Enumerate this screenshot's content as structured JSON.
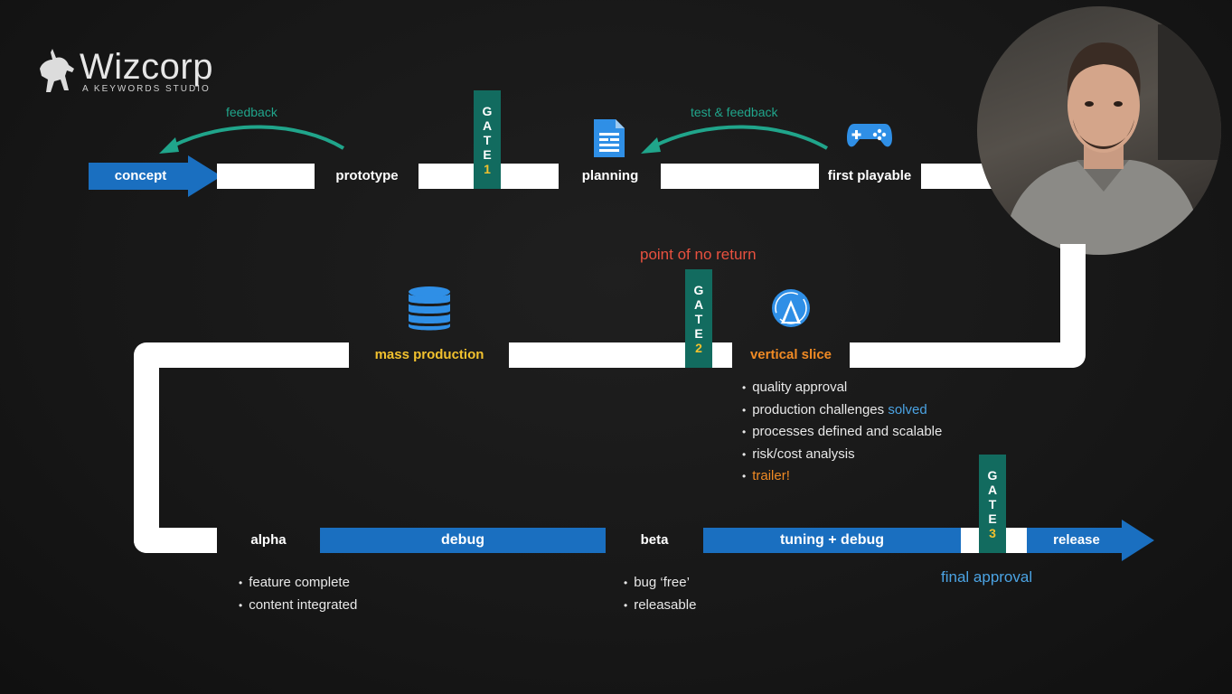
{
  "logo": {
    "title": "Wizcorp",
    "subtitle": "A KEYWORDS STUDIO"
  },
  "row1": {
    "concept": "concept",
    "prototype": "prototype",
    "planning": "planning",
    "first_playable": "first playable",
    "feedback": "feedback",
    "test_feedback": "test & feedback"
  },
  "row2": {
    "point_of_no_return": "point of no return",
    "mass_production": "mass production",
    "vertical_slice": "vertical slice",
    "bullets": [
      "quality approval",
      "production challenges ",
      "processes defined and scalable",
      "risk/cost analysis"
    ],
    "solved": "solved",
    "trailer": "trailer!"
  },
  "row3": {
    "alpha": "alpha",
    "debug": "debug",
    "beta": "beta",
    "tuning_debug": "tuning + debug",
    "release": "release",
    "final_approval": "final approval",
    "alpha_bullets": [
      "feature complete",
      "content integrated"
    ],
    "beta_bullets": [
      "bug ‘free’",
      "releasable"
    ]
  },
  "gates": [
    {
      "letters": [
        "G",
        "A",
        "T",
        "E"
      ],
      "number": "1"
    },
    {
      "letters": [
        "G",
        "A",
        "T",
        "E"
      ],
      "number": "2"
    },
    {
      "letters": [
        "G",
        "A",
        "T",
        "E"
      ],
      "number": "3"
    }
  ],
  "colors": {
    "background": "#1a1a1a",
    "gate": "#126b5f",
    "gate_number": "#f2c12e",
    "blue": "#1a6fc0",
    "teal": "#20a58b",
    "red": "#e8513f",
    "yellow": "#f2c12e",
    "orange": "#f08a24",
    "light_blue": "#4ba3e3"
  },
  "icons": {
    "logo": "unicorn-icon",
    "planning": "document-icon",
    "first_playable": "gamepad-icon",
    "mass_production": "database-icon",
    "vertical_slice": "vertical-slice-icon"
  },
  "webcam": {
    "label": "presenter-webcam"
  }
}
